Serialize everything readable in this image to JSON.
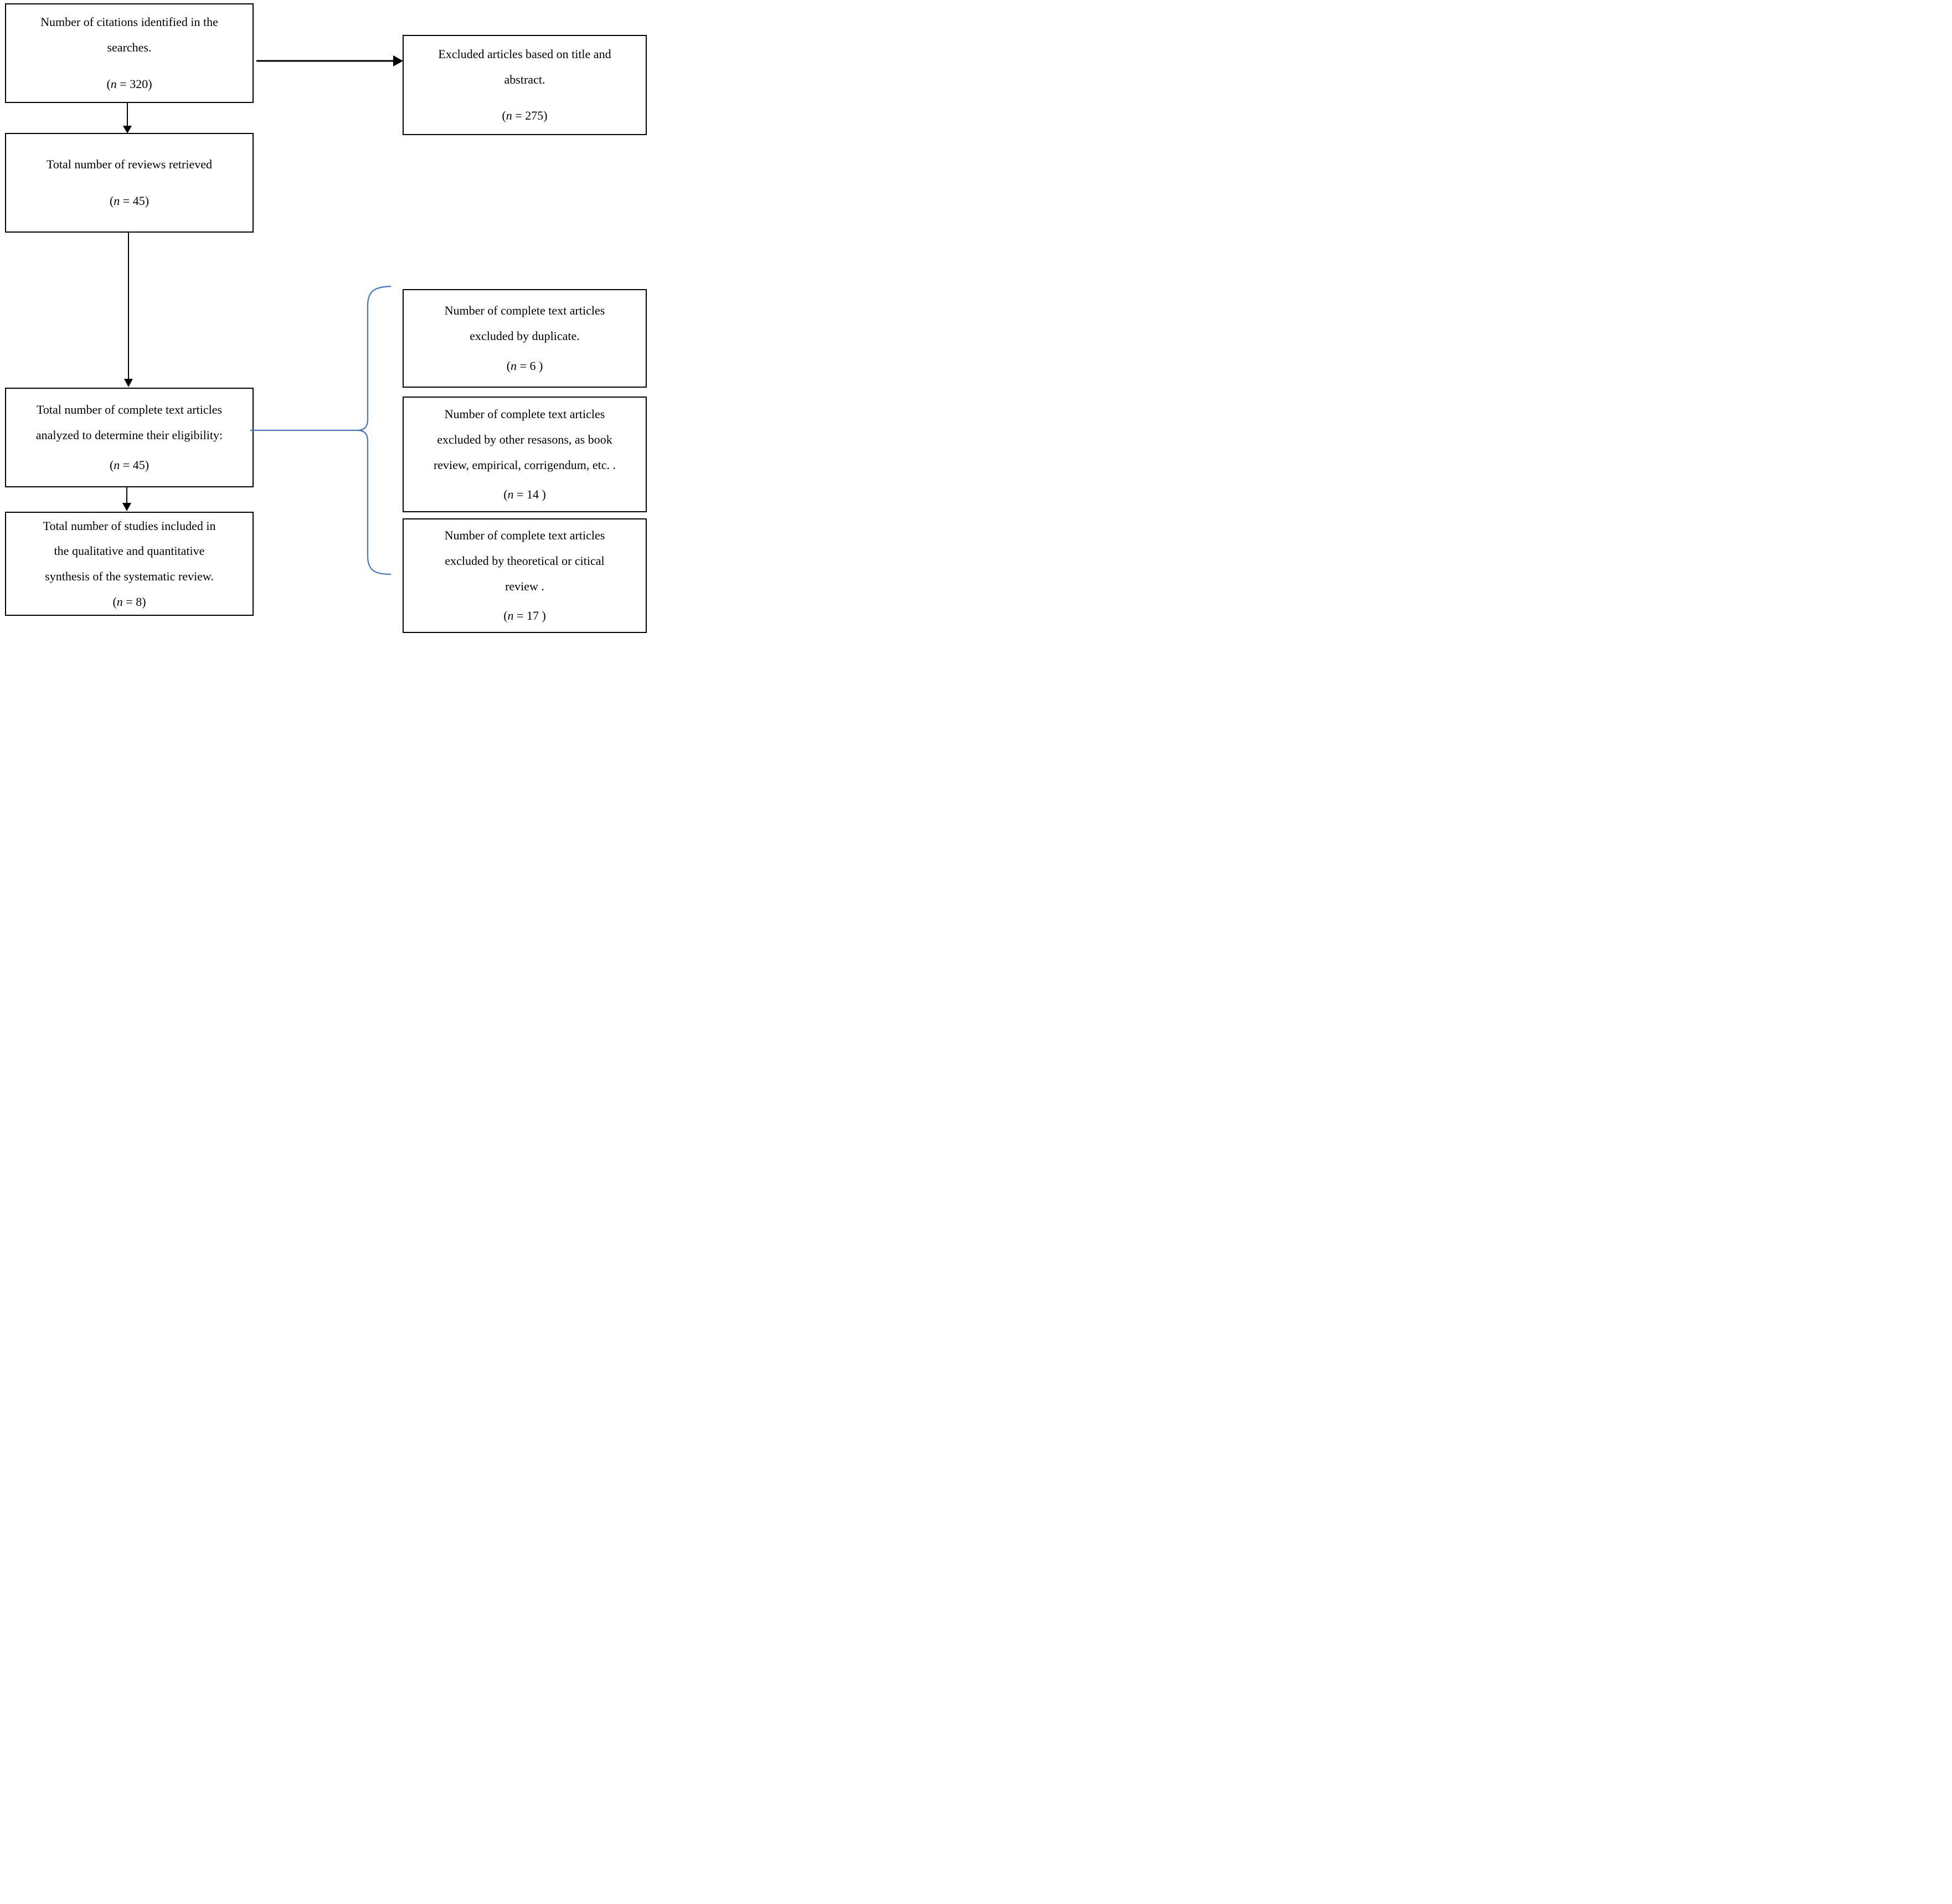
{
  "colors": {
    "box_border": "#000000",
    "text": "#000000",
    "arrow": "#000000",
    "bracket": "#4775C2"
  },
  "boxes": {
    "citations": {
      "lines": [
        "Number of citations identified in the",
        "searches."
      ],
      "count_open": "(",
      "count_var": "n",
      "count_rest": " = 320)"
    },
    "reviews": {
      "lines": [
        "Total number of reviews retrieved"
      ],
      "count_open": "(",
      "count_var": "n",
      "count_rest": " = 45)"
    },
    "analyzed": {
      "lines": [
        "Total number of complete text articles",
        "analyzed to determine their eligibility:"
      ],
      "count_open": "(",
      "count_var": "n",
      "count_rest": " = 45)"
    },
    "included": {
      "lines": [
        "Total number of studies included in",
        "the qualitative and quantitative",
        "synthesis of the systematic review."
      ],
      "count_open": "(",
      "count_var": "n",
      "count_rest": " = 8)"
    },
    "excluded_title_abstract": {
      "lines": [
        "Excluded articles based on title and",
        "abstract."
      ],
      "count_open": "(",
      "count_var": "n",
      "count_rest": " = 275)"
    },
    "excluded_duplicate": {
      "lines": [
        "Number of complete text articles",
        "excluded by duplicate."
      ],
      "count_open": "(",
      "count_var": "n",
      "count_rest": " = 6 )"
    },
    "excluded_other_reasons": {
      "lines": [
        "Number of complete text articles",
        "excluded by other resasons, as book",
        "review, empirical, corrigendum, etc. ."
      ],
      "count_open": "(",
      "count_var": "n",
      "count_rest": " = 14 )"
    },
    "excluded_theoretical_critical": {
      "lines": [
        "Number of complete text articles",
        "excluded by theoretical or citical",
        "review ."
      ],
      "count_open": "(",
      "count_var": "n",
      "count_rest": " = 17 )"
    }
  }
}
